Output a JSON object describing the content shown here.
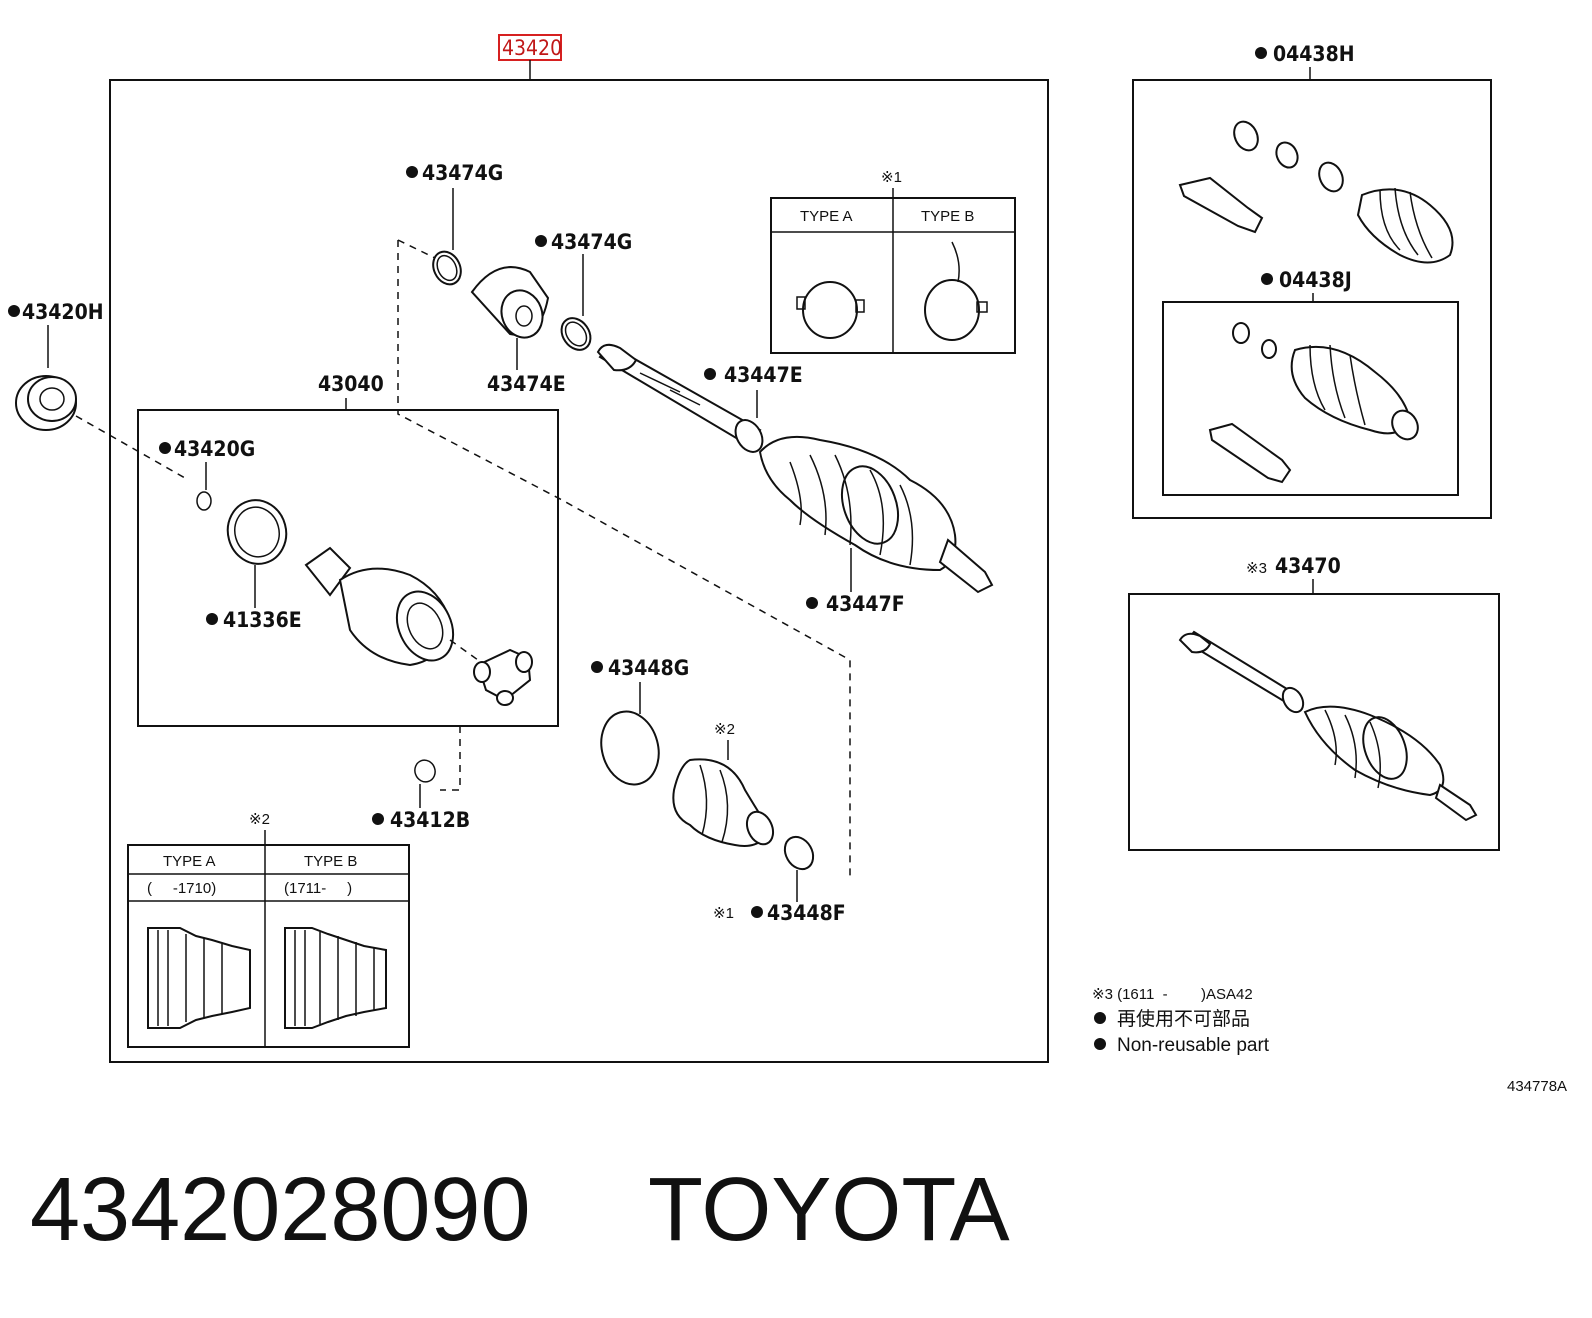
{
  "diagram": {
    "assembly": "43420",
    "drawing_code": "434778A",
    "caption": {
      "part_number": "4342028090",
      "brand": "TOYOTA"
    },
    "callouts": {
      "c43420H": "43420H",
      "c43474G_a": "43474G",
      "c43474G_b": "43474G",
      "c43474E": "43474E",
      "c43040": "43040",
      "c43420G": "43420G",
      "c41336E": "41336E",
      "c43412B": "43412B",
      "c43447E": "43447E",
      "c43447F": "43447F",
      "c43448G": "43448G",
      "c43448F": "43448F",
      "c04438H": "04438H",
      "c04438J": "04438J",
      "c43470": "43470"
    },
    "notes": {
      "n1": "※1",
      "n2": "※2",
      "n3": "※3",
      "n1_prefix": "※1",
      "n3_prefix": "※3"
    },
    "type_table_clamp": {
      "a": "TYPE A",
      "b": "TYPE B"
    },
    "type_table_boot": {
      "a": "TYPE A",
      "b": "TYPE B",
      "a_range": "(     -1710)",
      "b_range": "(1711-     )"
    },
    "legend": {
      "l1": "※3 (1611  -        )ASA42",
      "l2": "再使用不可部品",
      "l3": "Non-reusable part"
    }
  }
}
